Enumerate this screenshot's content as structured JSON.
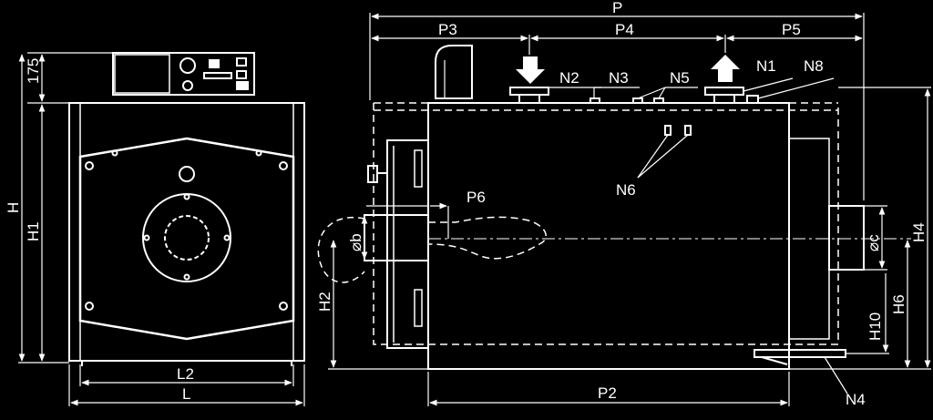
{
  "colors": {
    "background": "#000000",
    "line": "#ffffff"
  },
  "front_view": {
    "dim_175": "175",
    "dim_H": "H",
    "dim_H1": "H1",
    "dim_L2": "L2",
    "dim_L": "L"
  },
  "side_view": {
    "dim_P": "P",
    "dim_P3": "P3",
    "dim_P4": "P4",
    "dim_P5": "P5",
    "dim_P6": "P6",
    "dim_P2": "P2",
    "dim_phi_b": "⌀b",
    "dim_phi_c": "⌀c",
    "dim_H2": "H2",
    "dim_H4": "H4",
    "dim_H6": "H6",
    "dim_H10": "H10",
    "conn_N1": "N1",
    "conn_N2": "N2",
    "conn_N3": "N3",
    "conn_N4": "N4",
    "conn_N5": "N5",
    "conn_N6": "N6",
    "conn_N8": "N8"
  }
}
